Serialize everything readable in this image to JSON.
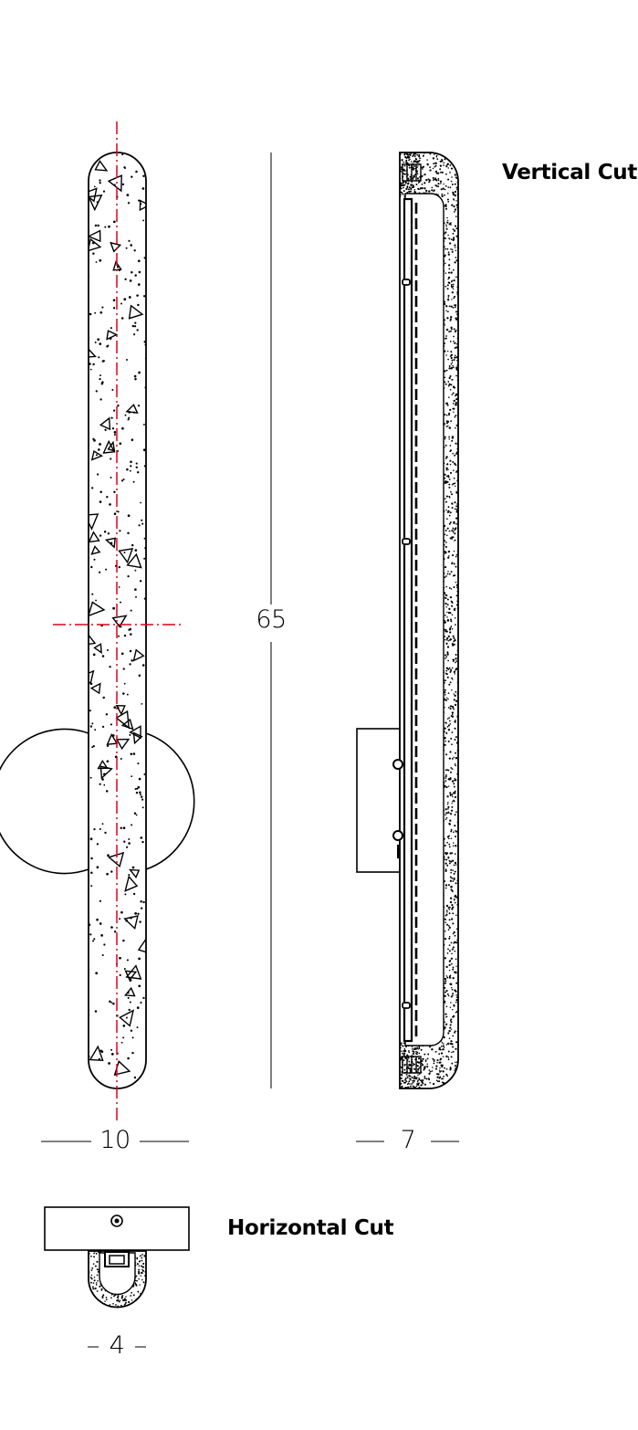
{
  "labels": {
    "vertical_cut": "Vertical Cut",
    "horizontal_cut": "Horizontal Cut"
  },
  "dimensions": {
    "height": "65",
    "front_width": "10",
    "side_depth": "7",
    "section_width": "4"
  },
  "colors": {
    "line": "#000000",
    "axis": "#e0001b",
    "background": "#ffffff"
  }
}
